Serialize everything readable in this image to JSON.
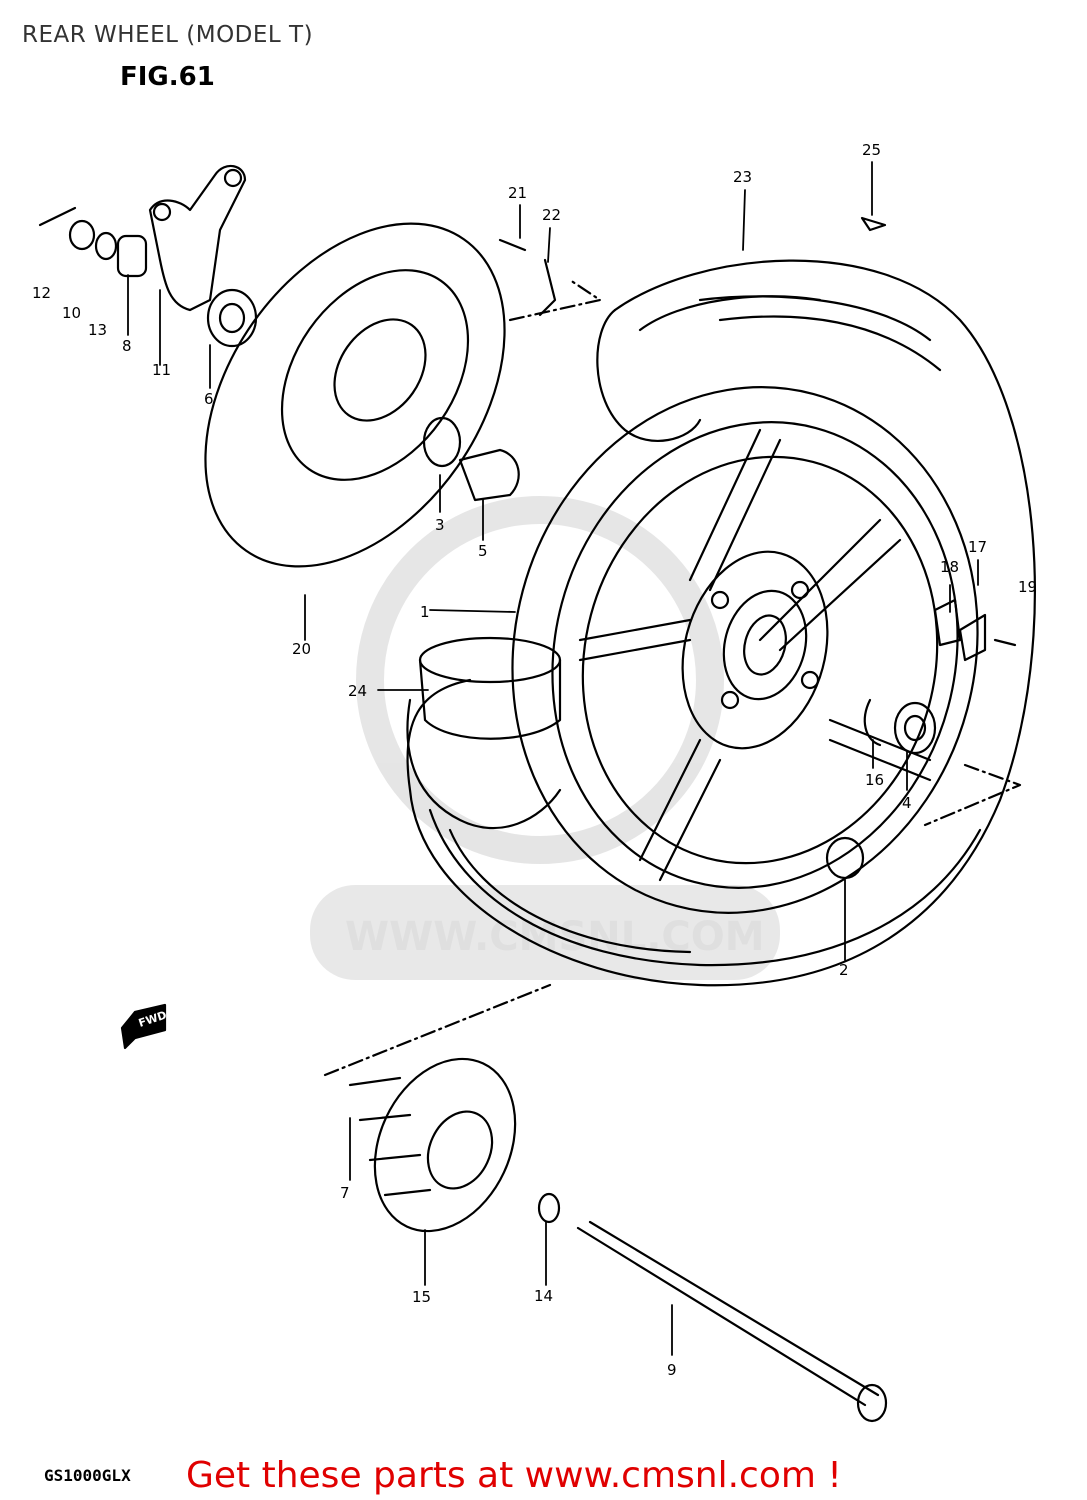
{
  "header": {
    "title": "REAR WHEEL (MODEL T)",
    "figure": "FIG.61"
  },
  "diagram": {
    "callouts": [
      "1",
      "2",
      "3",
      "4",
      "5",
      "6",
      "7",
      "8",
      "9",
      "10",
      "11",
      "12",
      "13",
      "14",
      "15",
      "16",
      "17",
      "18",
      "19",
      "20",
      "21",
      "22",
      "23",
      "24",
      "25"
    ],
    "fwd_marker": "FWD"
  },
  "watermark": {
    "text": "WWW.CMSNL.COM"
  },
  "footer": {
    "model_code": "GS1000GLX",
    "promo": "Get these parts at www.cmsnl.com !"
  }
}
